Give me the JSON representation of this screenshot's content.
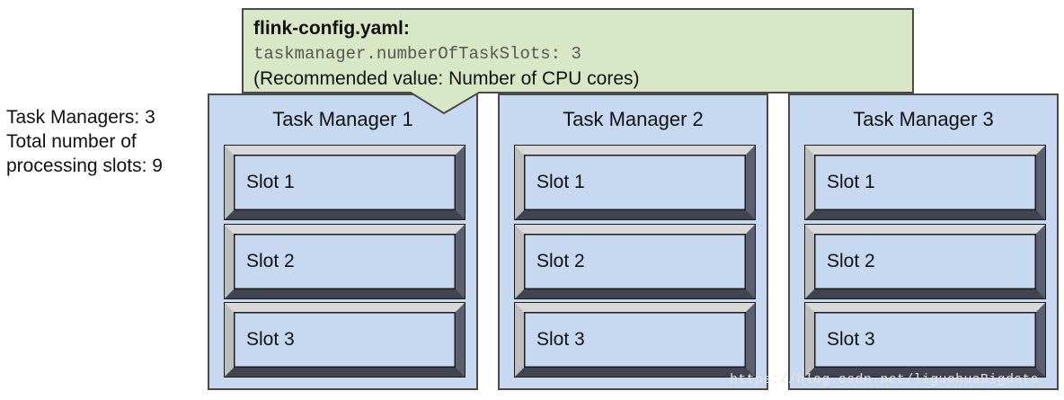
{
  "summary": {
    "task_managers": "Task Managers: 3",
    "total_line1": "Total number of",
    "total_line2": "processing slots: 9"
  },
  "config": {
    "file": "flink-config.yaml:",
    "setting": "taskmanager.numberOfTaskSlots: 3",
    "note": "(Recommended value: Number of CPU cores)"
  },
  "task_managers": [
    {
      "title": "Task Manager 1",
      "slots": [
        "Slot 1",
        "Slot 2",
        "Slot 3"
      ]
    },
    {
      "title": "Task Manager 2",
      "slots": [
        "Slot 1",
        "Slot 2",
        "Slot 3"
      ]
    },
    {
      "title": "Task Manager 3",
      "slots": [
        "Slot 1",
        "Slot 2",
        "Slot 3"
      ]
    }
  ],
  "watermark": "https://blog.csdn.net/liguohuaBigdata",
  "colors": {
    "task_manager_fill": "#c6d9f0",
    "callout_fill": "#d8e8c6",
    "border": "#4a4a4a"
  }
}
